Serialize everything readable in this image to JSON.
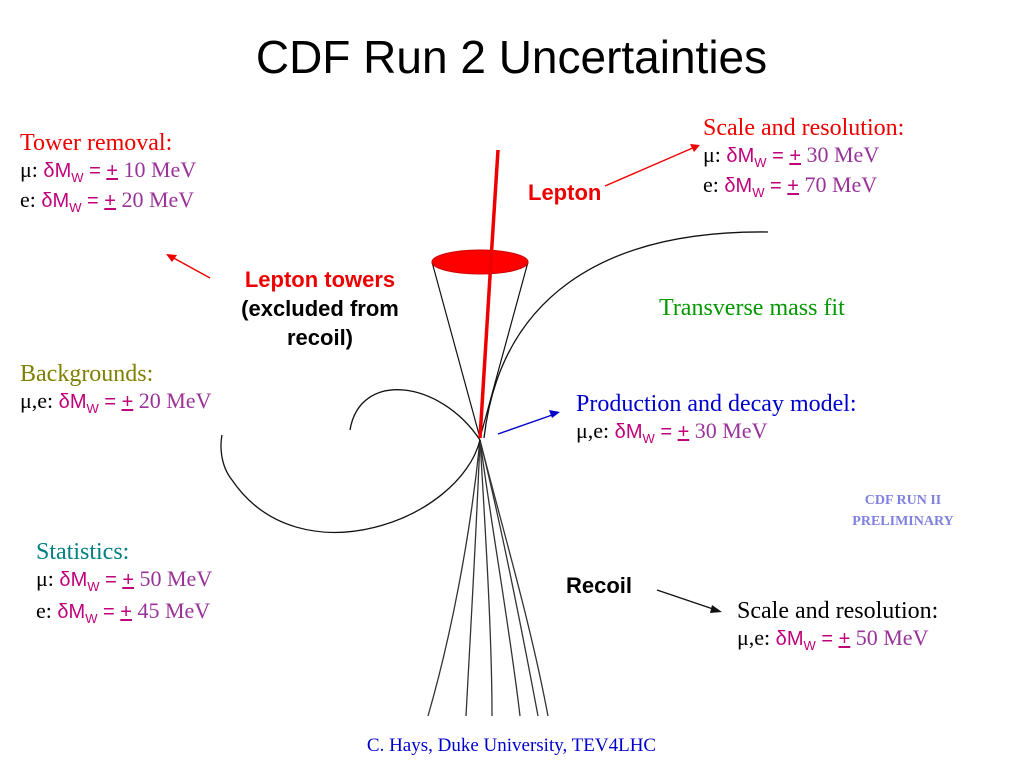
{
  "title": "CDF Run 2 Uncertainties",
  "tower_removal": {
    "heading": "Tower removal:",
    "rows": [
      {
        "prefix": "μ: ",
        "value": " 10 MeV"
      },
      {
        "prefix": "e:  ",
        "value": " 20 MeV"
      }
    ]
  },
  "lepton_scale": {
    "heading": "Scale and resolution:",
    "rows": [
      {
        "prefix": "μ: ",
        "value": " 30 MeV"
      },
      {
        "prefix": "e:  ",
        "value": " 70 MeV"
      }
    ]
  },
  "transverse_mass_fit": "Transverse mass fit",
  "backgrounds": {
    "heading": "Backgrounds:",
    "rows": [
      {
        "prefix": "μ,e: ",
        "value": " 20 MeV"
      }
    ]
  },
  "production": {
    "heading": "Production and decay model:",
    "rows": [
      {
        "prefix": "μ,e: ",
        "value": " 30 MeV"
      }
    ]
  },
  "statistics": {
    "heading": "Statistics:",
    "rows": [
      {
        "prefix": "μ: ",
        "value": " 50 MeV"
      },
      {
        "prefix": "e:  ",
        "value": " 45 MeV"
      }
    ]
  },
  "recoil_scale": {
    "heading": "Scale and resolution:",
    "rows": [
      {
        "prefix": "μ,e: ",
        "value": " 50 MeV"
      }
    ]
  },
  "symbol": {
    "delta": "δ",
    "m": "M",
    "sub": "W",
    "eq": " = ",
    "pm": "+"
  },
  "preliminary": [
    "CDF RUN II",
    "PRELIMINARY"
  ],
  "diagram_labels": {
    "lepton": "Lepton",
    "lepton_towers": [
      "Lepton towers",
      "(excluded from",
      "recoil)"
    ],
    "recoil": "Recoil"
  },
  "footer": "C. Hays, Duke University, TEV4LHC",
  "colors": {
    "title": "#000000",
    "tower_heading": "#ee0000",
    "scale_heading": "#ee0000",
    "backgrounds_heading": "#808000",
    "production_heading": "#0000cc",
    "statistics_heading": "#008080",
    "fit_label": "#009900",
    "symbol": "#c0007a",
    "value": "#993399",
    "lepton_track": "#ee0000",
    "footer": "#0000cc",
    "preliminary": "#8080e0"
  }
}
